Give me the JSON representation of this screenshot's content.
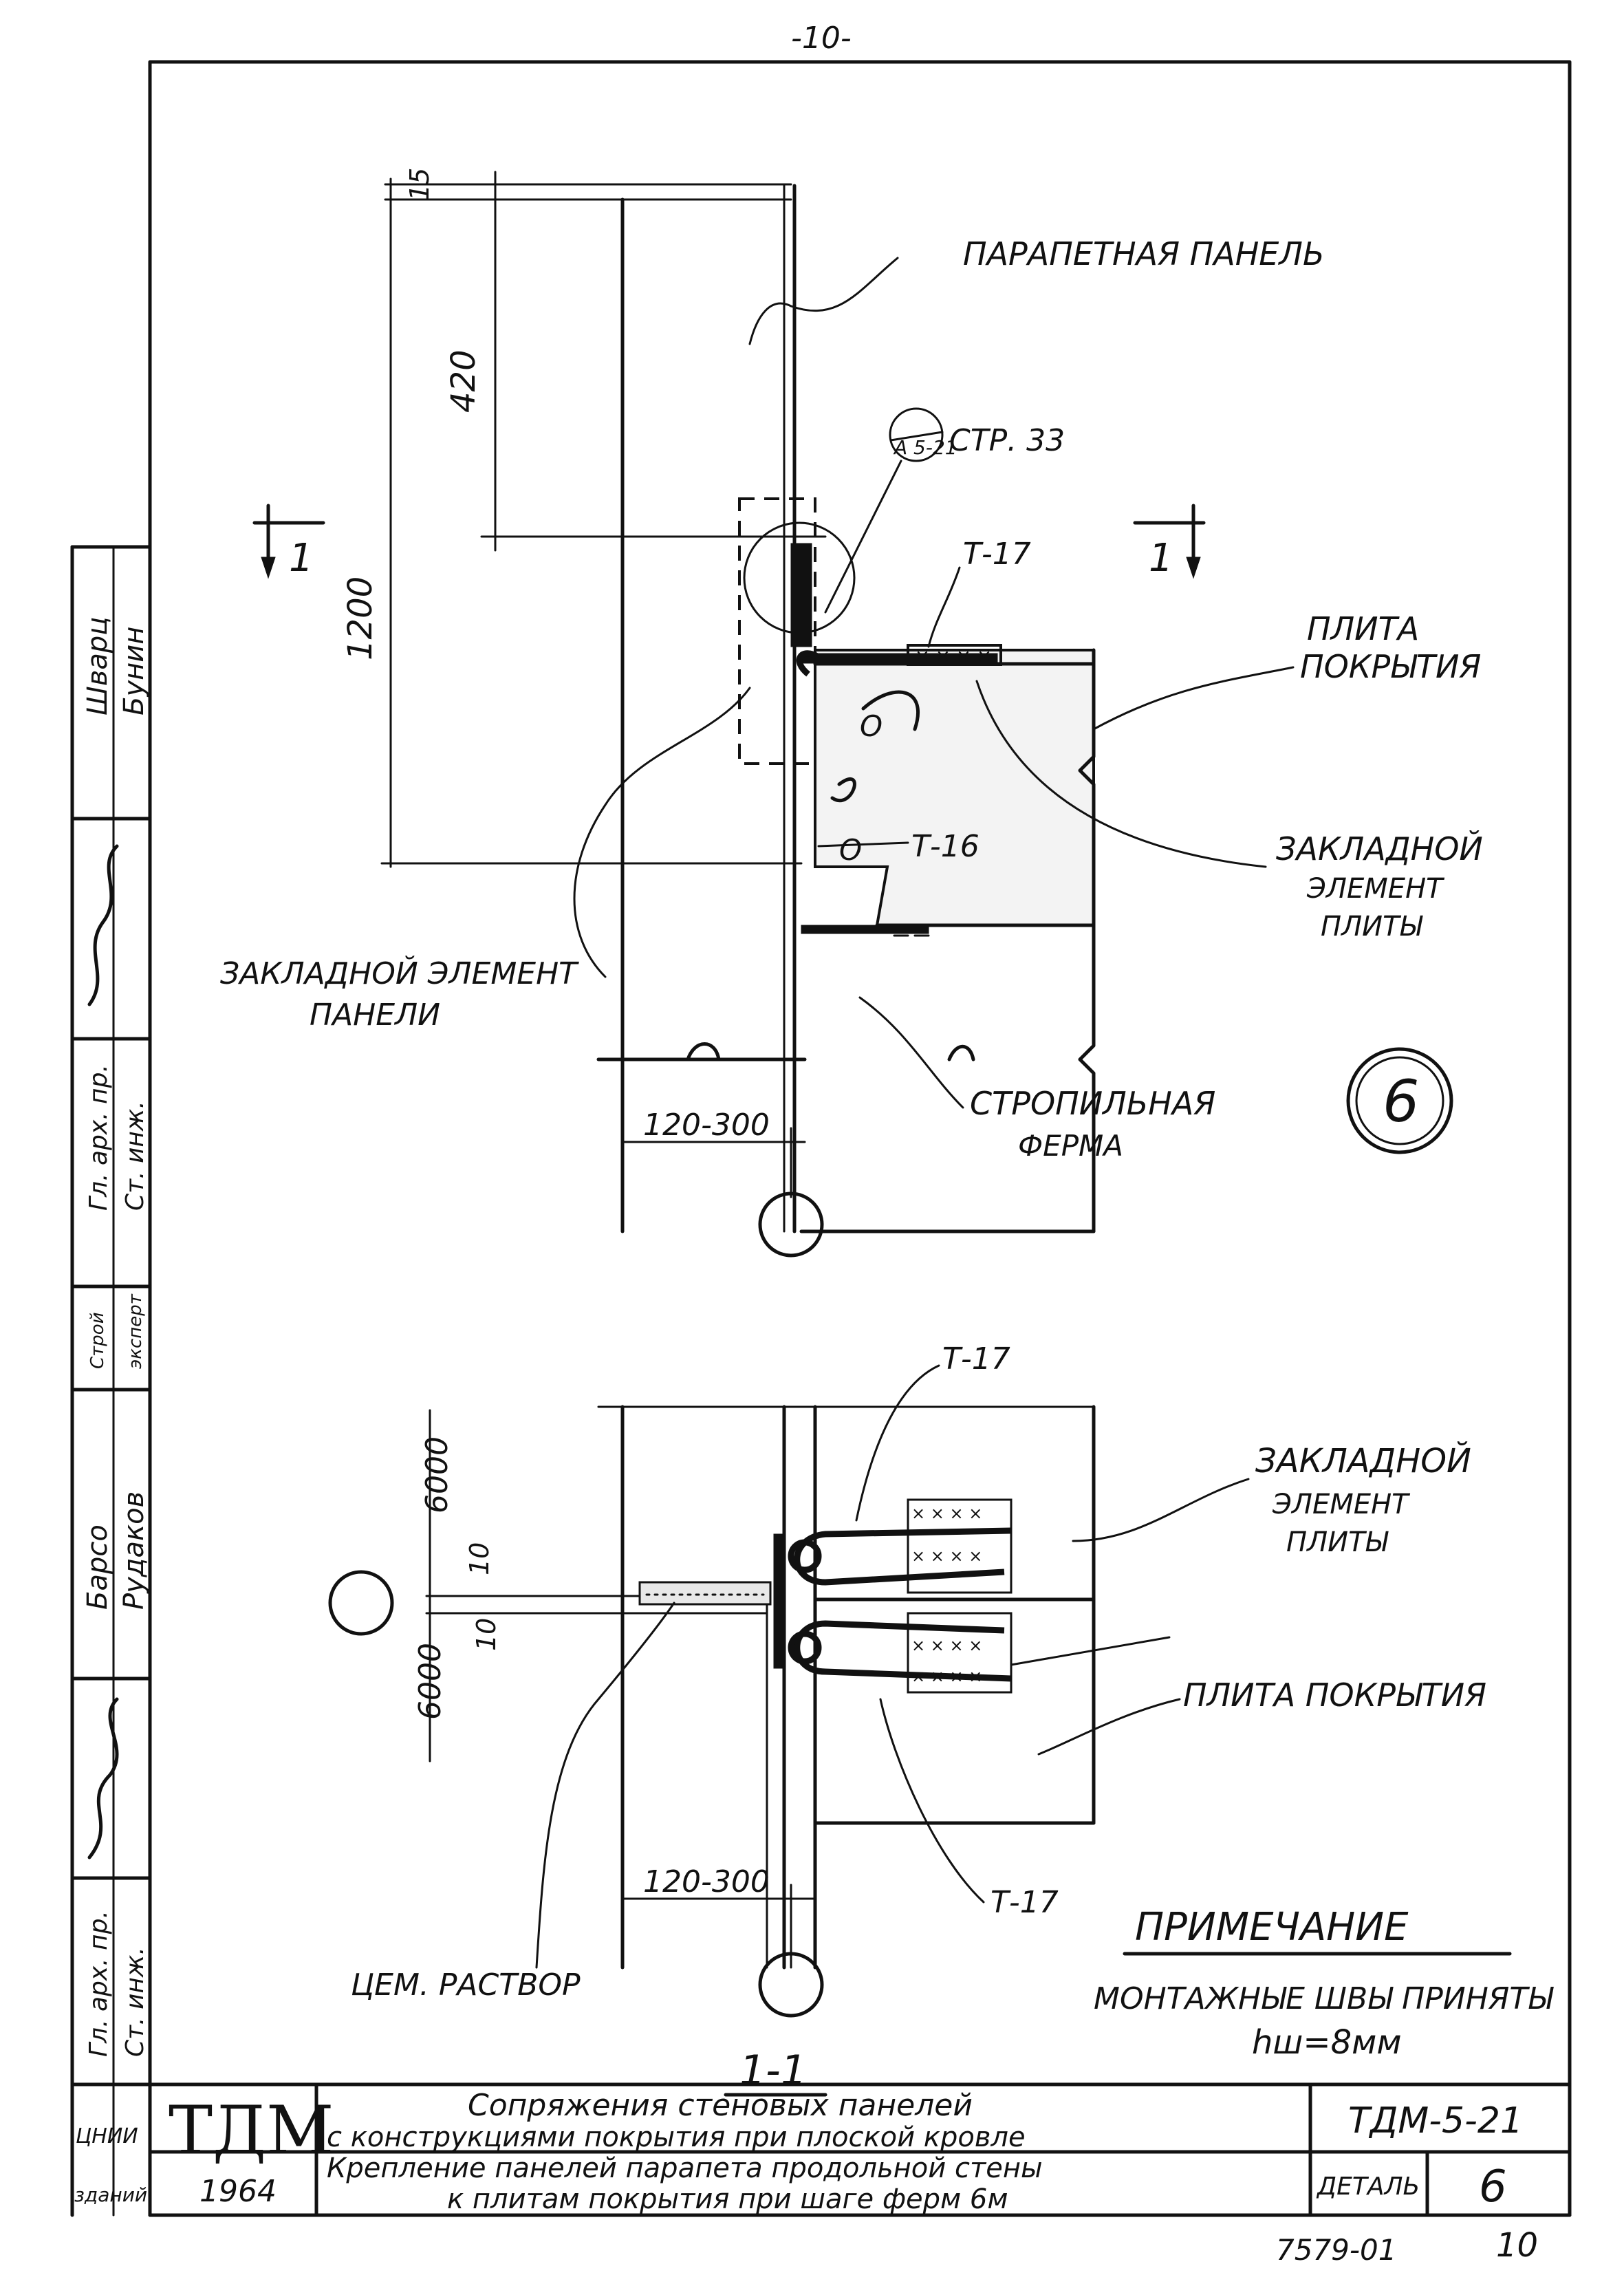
{
  "page_number": "-10-",
  "labels": {
    "parapet_panel": "ПАРАПЕТНАЯ ПАНЕЛЬ",
    "roof_slab": "ПЛИТА ПОКРЫТИЯ",
    "embedded_slab_element": "ЗАКЛАДНОЙ ЭЛЕМЕНТ ПЛИТЫ",
    "embedded_panel_element": "ЗАКЛАДНОЙ ЭЛЕМЕНТ ПАНЕЛИ",
    "rafter_truss": "СТРОПИЛЬНАЯ ФЕРМА",
    "callout": "А 5-21",
    "callout_page": "СТР. 33",
    "t17": "Т-17",
    "t16": "Т-16",
    "cement_mortar": "ЦЕМ. РАСТВОР",
    "section_mark": "1",
    "section_title": "1-1",
    "detail_circle": "6"
  },
  "dimensions": {
    "d15": "15",
    "d420": "420",
    "d1200": "1200",
    "gap": "120-300",
    "d6000_top": "6000",
    "d6000_bottom": "6000",
    "d10_top": "10",
    "d10_bottom": "10"
  },
  "note": {
    "heading": "ПРИМЕЧАНИЕ",
    "line1": "МОНТАЖНЫЕ ШВЫ ПРИНЯТЫ",
    "line2": "hш=8мм"
  },
  "title_block": {
    "logo": "ТДМ",
    "year": "1964",
    "title_line1": "Сопряжения стеновых панелей",
    "title_line2": "с конструкциями покрытия при плоской кровле",
    "subtitle_line1": "Крепление панелей парапета продольной стены",
    "subtitle_line2": "к плитам покрытия при шаге ферм 6м",
    "doc_code": "ТДМ-5-21",
    "detail_label": "ДЕТАЛЬ",
    "detail_number": "6",
    "sheet_id": "7579-01",
    "sheet_number": "10"
  },
  "side_stamp": {
    "rows": [
      {
        "role": "Гл. арх. пр.",
        "name": "Шварц"
      },
      {
        "role": "Ст. инж.",
        "name": "Бунин"
      },
      {
        "role": "Строй",
        "name": "эксперт"
      },
      {
        "role": "Гл. арх. пр.",
        "name": "Барсо"
      },
      {
        "role": "Ст. инж.",
        "name": "Рудаков"
      },
      {
        "role": "ЦНИИ",
        "name": "зданий"
      }
    ]
  }
}
